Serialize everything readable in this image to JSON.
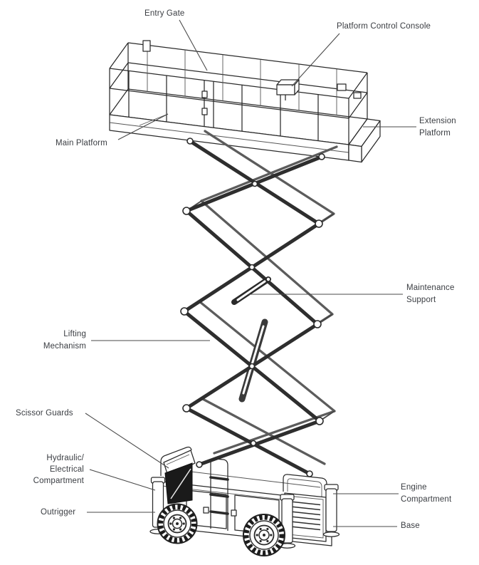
{
  "figure": {
    "kind": "technical-line-diagram",
    "subject": "Scissor lift component identification diagram",
    "background_color": "#ffffff",
    "line_color": "#2a2a2a",
    "text_color": "#3a3d42",
    "leader_color": "#4a4a4a"
  },
  "labels": {
    "entry_gate": {
      "lines": [
        "Entry Gate"
      ]
    },
    "platform_control_console": {
      "lines": [
        "Platform Control Console"
      ]
    },
    "extension_platform": {
      "lines": [
        "Extension",
        "Platform"
      ]
    },
    "main_platform": {
      "lines": [
        "Main Platform"
      ]
    },
    "maintenance_support": {
      "lines": [
        "Maintenance",
        "Support"
      ]
    },
    "lifting_mechanism": {
      "lines": [
        "Lifting",
        "Mechanism"
      ]
    },
    "scissor_guards": {
      "lines": [
        "Scissor Guards"
      ]
    },
    "hydraulic_electrical_compartment": {
      "lines": [
        "Hydraulic/",
        "Electrical",
        "Compartment"
      ]
    },
    "outrigger": {
      "lines": [
        "Outrigger"
      ]
    },
    "engine_compartment": {
      "lines": [
        "Engine",
        "Compartment"
      ]
    },
    "base": {
      "lines": [
        "Base"
      ]
    }
  }
}
